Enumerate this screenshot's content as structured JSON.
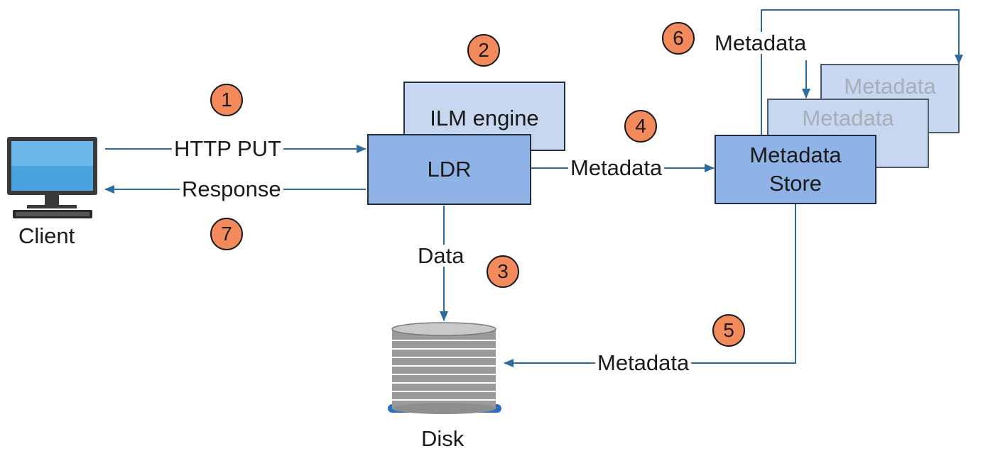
{
  "nodes": {
    "client": "Client",
    "ilm": "ILM engine",
    "ldr": "LDR",
    "store": "Metadata\nStore",
    "replica1": "Metadata",
    "replica2": "Metadata",
    "disk": "Disk"
  },
  "edges": {
    "http_put": "HTTP PUT",
    "response": "Response",
    "ldr_to_store": "Metadata",
    "data": "Data",
    "store_to_disk": "Metadata",
    "replication": "Metadata"
  },
  "steps": [
    "1",
    "2",
    "3",
    "4",
    "5",
    "6",
    "7"
  ],
  "colors": {
    "arrow": "#2f6b9a",
    "badge": "#f28a5c",
    "box_light": "#c6d7ef",
    "box_mid": "#8fb3e6"
  }
}
